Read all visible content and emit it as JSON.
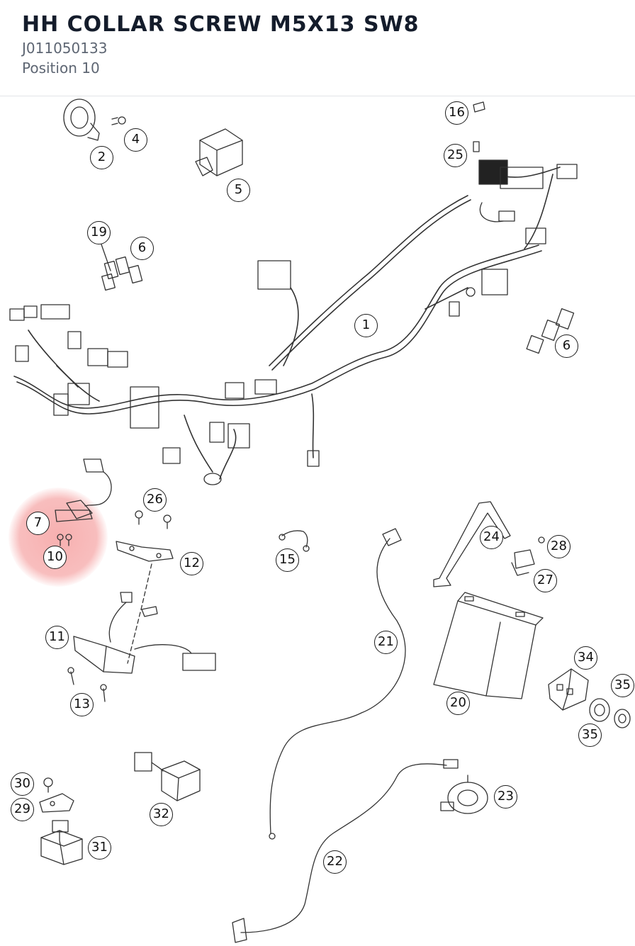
{
  "header": {
    "title": "HH COLLAR SCREW M5X13 SW8",
    "part_number": "J011050133",
    "position": "Position 10"
  },
  "highlight_color": "#f07070",
  "callouts": [
    {
      "id": "c1",
      "label": "1"
    },
    {
      "id": "c2",
      "label": "2"
    },
    {
      "id": "c4",
      "label": "4"
    },
    {
      "id": "c5",
      "label": "5"
    },
    {
      "id": "c6a",
      "label": "6"
    },
    {
      "id": "c6b",
      "label": "6"
    },
    {
      "id": "c7",
      "label": "7"
    },
    {
      "id": "c10",
      "label": "10"
    },
    {
      "id": "c11",
      "label": "11"
    },
    {
      "id": "c12",
      "label": "12"
    },
    {
      "id": "c13",
      "label": "13"
    },
    {
      "id": "c15",
      "label": "15"
    },
    {
      "id": "c16",
      "label": "16"
    },
    {
      "id": "c19",
      "label": "19"
    },
    {
      "id": "c20",
      "label": "20"
    },
    {
      "id": "c21",
      "label": "21"
    },
    {
      "id": "c22",
      "label": "22"
    },
    {
      "id": "c23",
      "label": "23"
    },
    {
      "id": "c24",
      "label": "24"
    },
    {
      "id": "c25",
      "label": "25"
    },
    {
      "id": "c26",
      "label": "26"
    },
    {
      "id": "c27",
      "label": "27"
    },
    {
      "id": "c28",
      "label": "28"
    },
    {
      "id": "c29",
      "label": "29"
    },
    {
      "id": "c30",
      "label": "30"
    },
    {
      "id": "c31",
      "label": "31"
    },
    {
      "id": "c32",
      "label": "32"
    },
    {
      "id": "c34",
      "label": "34"
    },
    {
      "id": "c35a",
      "label": "35"
    },
    {
      "id": "c35b",
      "label": "35"
    }
  ]
}
